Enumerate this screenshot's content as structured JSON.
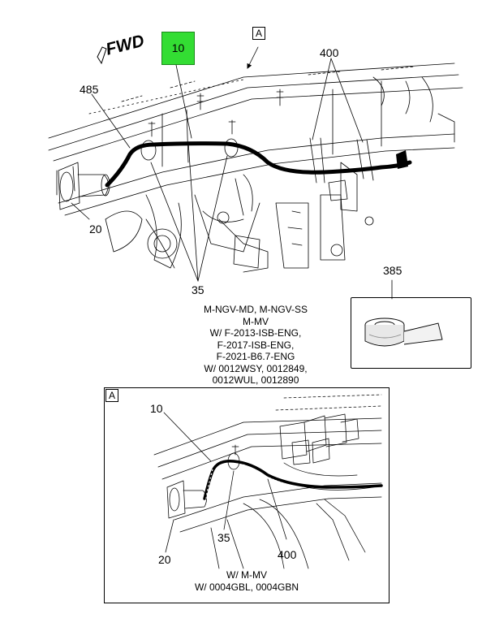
{
  "main_view": {
    "callout_highlight": "10",
    "view_ref": "A",
    "fwd": "FWD",
    "callouts": {
      "c485": "485",
      "c400": "400",
      "c20": "20",
      "c35": "35",
      "c385": "385"
    },
    "applicability": {
      "line1": "M-NGV-MD, M-NGV-SS",
      "line2": "M-MV",
      "line3": "W/ F-2013-ISB-ENG,",
      "line4": "F-2017-ISB-ENG,",
      "line5": "F-2021-B6.7-ENG",
      "line6": "W/ 0012WSY, 0012849,",
      "line7": "0012WUL, 0012890"
    }
  },
  "detail_view": {
    "view_ref": "A",
    "callouts": {
      "c10": "10",
      "c35": "35",
      "c400": "400",
      "c20": "20"
    },
    "applicability": {
      "line1": "W/ M-MV",
      "line2": "W/ 0004GBL, 0004GBN"
    }
  },
  "colors": {
    "highlight": "#33dd33",
    "line": "#000000",
    "background": "#ffffff"
  }
}
